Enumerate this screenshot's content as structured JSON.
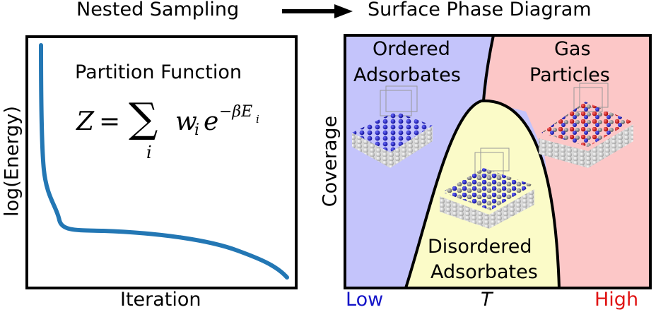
{
  "header": {
    "left_title": "Nested Sampling",
    "right_title": "Surface Phase Diagram"
  },
  "left_panel": {
    "box_title": "Partition Function",
    "formula": {
      "lhs": "Z",
      "equals": "=",
      "sum_symbol": "∑",
      "sum_index": "i",
      "weight": "w",
      "weight_sub": "i",
      "exp_base": "e",
      "exp_power": "−βE",
      "exp_power_sub": "i"
    },
    "ylabel": "log(Energy)",
    "xlabel": "Iteration",
    "curve_color": "#2377b4"
  },
  "right_panel": {
    "ylabel": "Coverage",
    "xlabel": "T",
    "x_low": "Low",
    "x_high": "High",
    "regions": {
      "ordered": {
        "line1": "Ordered",
        "line2": "Adsorbates",
        "color": "#c4c4fb"
      },
      "gas": {
        "line1": "Gas",
        "line2": "Particles",
        "color": "#fcc7c7"
      },
      "disordered": {
        "line1": "Disordered",
        "line2": "Adsorbates",
        "color": "#fbfbc8"
      }
    },
    "low_color": "#1414c8",
    "high_color": "#e01414"
  }
}
